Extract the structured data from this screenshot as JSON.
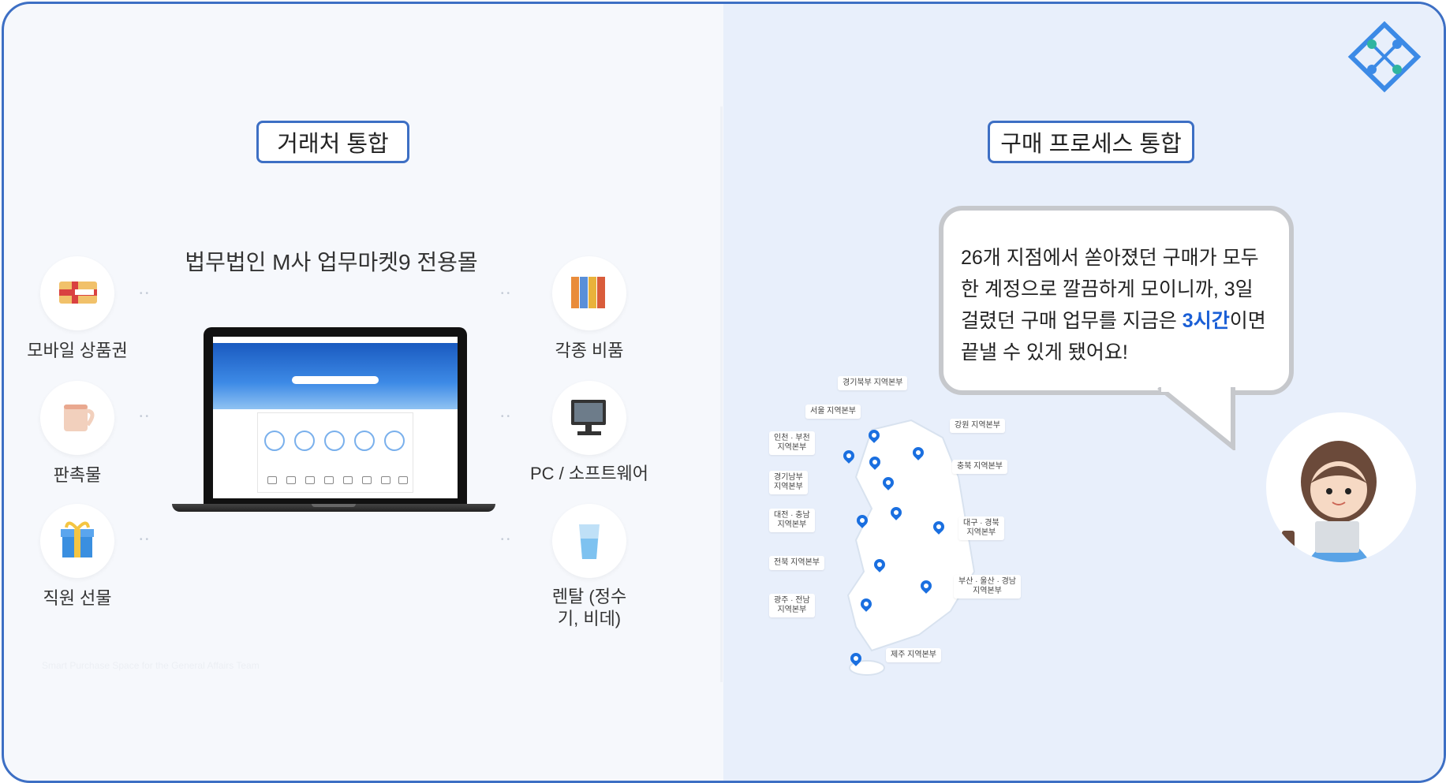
{
  "left": {
    "pill": "거래처 통합",
    "store_title": "법무법인 M사 업무마켓9 전용몰",
    "items_left": [
      {
        "label": "모바일 상품권",
        "icon": "voucher-icon"
      },
      {
        "label": "판촉물",
        "icon": "mug-icon"
      },
      {
        "label": "직원 선물",
        "icon": "gift-icon"
      }
    ],
    "items_right": [
      {
        "label": "각종 비품",
        "icon": "binders-icon"
      },
      {
        "label": "PC / 소프트웨어",
        "icon": "computer-icon"
      },
      {
        "label": "렌탈 (정수기, 비데)",
        "icon": "water-cup-icon"
      }
    ],
    "watermark": "Smart Purchase Space for the General Affairs Team"
  },
  "right": {
    "pill": "구매 프로세스 통합",
    "bubble_before": "26개 지점에서 쏟아졌던 구매가 모두 한 계정으로 깔끔하게 모이니까, 3일 걸렸던 구매 업무를 지금은 ",
    "bubble_highlight": "3시간",
    "bubble_after": "이면 끝낼 수 있게 됐어요!",
    "regions": {
      "r1": "경기북부 지역본부",
      "r2": "서울 지역본부",
      "r3": "인천 · 부천",
      "r3b": "지역본부",
      "r4": "강원 지역본부",
      "r5": "경기남부",
      "r5b": "지역본부",
      "r6": "충북 지역본부",
      "r7": "대전 · 충남",
      "r7b": "지역본부",
      "r8": "대구 · 경북",
      "r8b": "지역본부",
      "r9": "전북 지역본부",
      "r10": "부산 · 울산 · 경남",
      "r10b": "지역본부",
      "r11": "광주 · 전남",
      "r11b": "지역본부",
      "r12": "제주 지역본부"
    }
  },
  "colors": {
    "accent": "#3d6fc4",
    "highlight": "#1a5fd6",
    "pin": "#1a6fe0"
  }
}
